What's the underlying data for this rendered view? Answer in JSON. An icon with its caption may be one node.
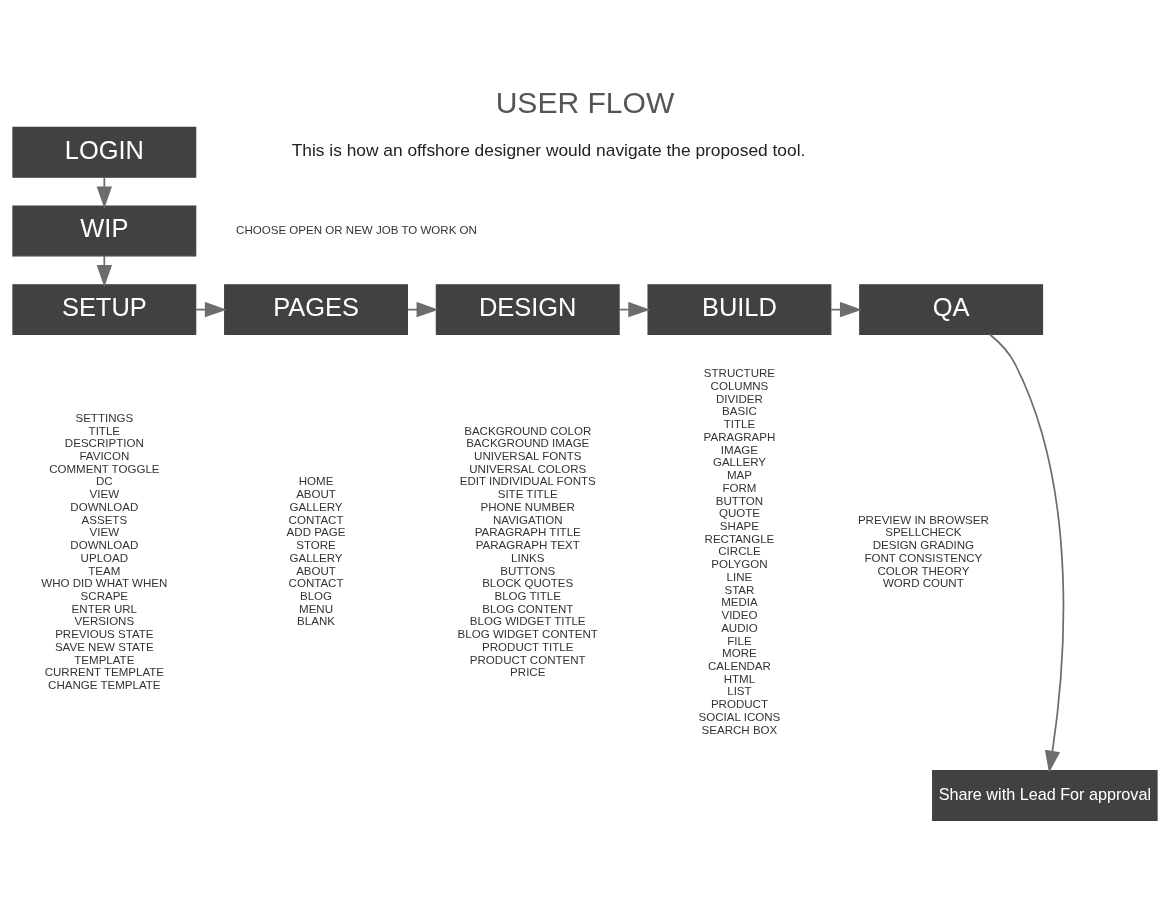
{
  "diagram": {
    "title": "USER FLOW",
    "nodes": [
      {
        "text": [
          "LOGIN"
        ]
      },
      {
        "text": [
          "WIP"
        ],
        "beside": [
          "CHOOSE OPEN OR NEW JOB TO WORK ON"
        ]
      },
      {
        "text": [
          "SETUP"
        ],
        "beside": [
          "SETTINGS",
          "TITLE",
          "DESCRIPTION",
          "FAVICON",
          "COMMENT TOGGLE",
          "DC",
          "VIEW",
          "DOWNLOAD",
          "ASSETS",
          "VIEW",
          "DOWNLOAD",
          "UPLOAD",
          "TEAM",
          "WHO DID WHAT WHEN",
          "SCRAPE",
          "ENTER URL",
          "VERSIONS",
          "PREVIOUS STATE",
          "SAVE NEW STATE",
          "TEMPLATE",
          "CURRENT TEMPLATE",
          "CHANGE TEMPLATE"
        ]
      },
      {
        "text": [
          "PAGES"
        ],
        "beside": [
          "HOME",
          "ABOUT",
          "GALLERY",
          "CONTACT",
          "ADD PAGE",
          "STORE",
          "GALLERY",
          "ABOUT",
          "CONTACT",
          "BLOG",
          "MENU",
          "BLANK"
        ]
      },
      {
        "text": [
          "DESIGN"
        ],
        "beside": [
          "BACKGROUND COLOR",
          "BACKGROUND IMAGE",
          "UNIVERSAL FONTS",
          "UNIVERSAL COLORS",
          "EDIT INDIVIDUAL FONTS",
          "SITE TITLE",
          "PHONE NUMBER",
          "NAVIGATION",
          "PARAGRAPH TITLE",
          "PARAGRAPH TEXT",
          "LINKS",
          "BUTTONS",
          "BLOCK QUOTES",
          "BLOG TITLE",
          "BLOG CONTENT",
          "BLOG WIDGET TITLE",
          "BLOG WIDGET CONTENT",
          "PRODUCT TITLE",
          "PRODUCT CONTENT",
          "PRICE"
        ]
      },
      {
        "text": [
          "BUILD"
        ],
        "beside": [
          "STRUCTURE",
          "COLUMNS",
          "DIVIDER",
          "BASIC",
          "TITLE",
          "PARAGRAPH",
          "IMAGE",
          "GALLERY",
          "MAP",
          "FORM",
          "BUTTON",
          "QUOTE",
          "SHAPE",
          "RECTANGLE",
          "CIRCLE",
          "POLYGON",
          "LINE",
          "STAR",
          "MEDIA",
          "VIDEO",
          "AUDIO",
          "FILE",
          "MORE",
          "CALENDAR",
          "HTML",
          "LIST",
          "PRODUCT",
          "SOCIAL ICONS",
          "SEARCH BOX"
        ]
      },
      {
        "text": [
          "QA"
        ],
        "beside": [
          "PREVIEW IN BROWSER",
          "SPELLCHECK",
          "DESIGN GRADING",
          "FONT CONSISTENCY",
          "COLOR THEORY",
          "WORD COUNT"
        ]
      },
      {
        "text": [
          "Share with Lead For approval"
        ]
      }
    ],
    "edges": [
      {
        "from": 0,
        "to": 1,
        "arrow": "to"
      },
      {
        "from": 1,
        "to": 2,
        "arrow": "to"
      },
      {
        "from": 2,
        "to": 3,
        "arrow": "to"
      },
      {
        "from": 3,
        "to": 4,
        "arrow": "to"
      },
      {
        "from": 4,
        "to": 5,
        "arrow": "to"
      },
      {
        "from": 5,
        "to": 6,
        "arrow": "to"
      },
      {
        "from": 6,
        "to": 7,
        "arrow": "to"
      }
    ],
    "labels": [
      "This is how an offshore designer would navigate the proposed tool."
    ]
  }
}
